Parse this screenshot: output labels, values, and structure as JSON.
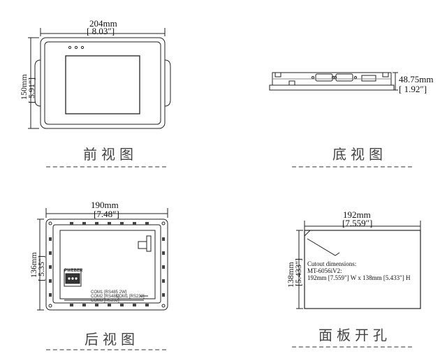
{
  "front": {
    "width_mm": "204mm",
    "width_in": "[ 8.03″]",
    "height_mm": "150mm",
    "height_in": "[ 5.91″]",
    "caption": "前视图"
  },
  "bottom": {
    "depth_mm": "48.75mm",
    "depth_in": "[ 1.92″]",
    "caption": "底视图"
  },
  "rear": {
    "width_mm": "190mm",
    "width_in": "[7.48″]",
    "height_mm": "136mm",
    "height_in": "[ 5.35″]",
    "caption": "后视图",
    "label_brand": "PWEBER",
    "ports": [
      "COM1 [RS485 2W]",
      "COM2 [RS485]",
      "COM3 [RS232]",
      "COM1 [RS232]"
    ]
  },
  "cutout": {
    "width_mm": "192mm",
    "width_in": "[7.559″]",
    "height_mm": "138mm",
    "height_in": "[5.433″]",
    "title": "Cutout dimensions:",
    "model": "MT-6056iV2:",
    "size": "192mm [7.559\"] W x 138mm [5.433\"] H",
    "caption": "面板开孔"
  }
}
